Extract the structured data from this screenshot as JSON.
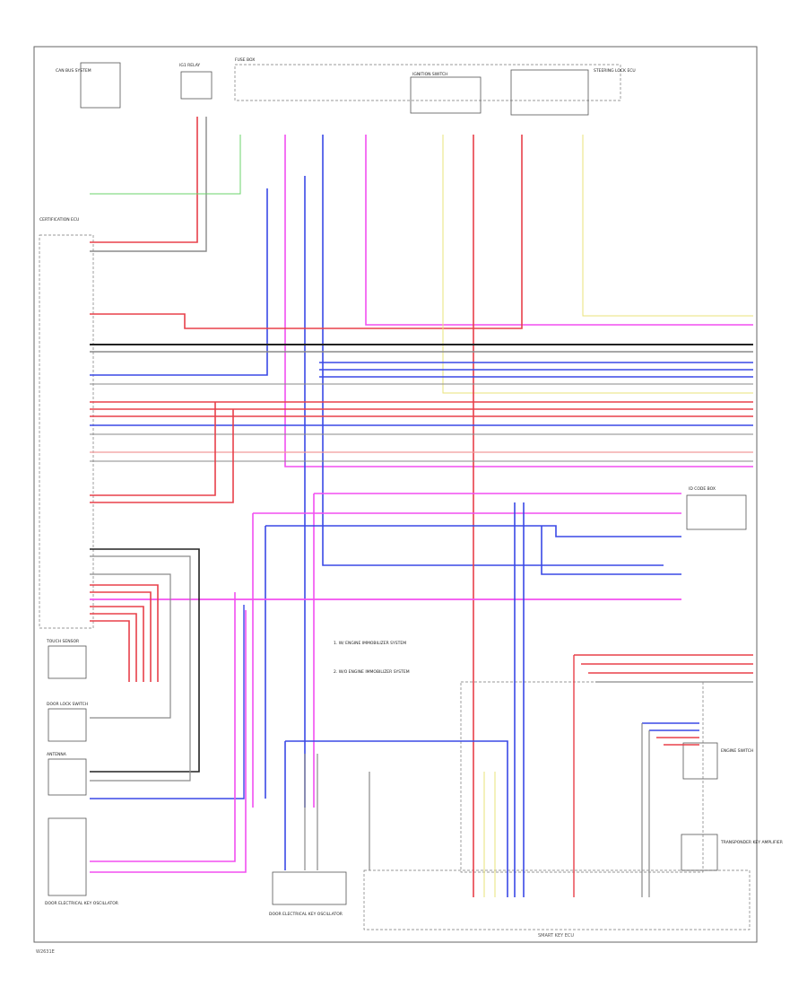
{
  "footer": {
    "code": "W2631E",
    "module_label": "SMART KEY ECU"
  },
  "notes": [
    "1. W/ ENGINE IMMOBILIZER SYSTEM",
    "2. W/O ENGINE IMMOBILIZER SYSTEM"
  ],
  "components": {
    "top_left": "CAN BUS SYSTEM",
    "top_relay": "IG1 RELAY",
    "top_fuse_box": "FUSE BOX",
    "top_switch": "IGNITION SWITCH",
    "top_right_module": "STEERING LOCK ECU",
    "left_module": "CERTIFICATION ECU",
    "left_sensor_1": "TOUCH SENSOR",
    "left_sensor_2": "DOOR LOCK SWITCH",
    "left_sensor_3": "ANTENNA",
    "left_bottom": "DOOR ELECTRICAL KEY OSCILLATOR",
    "bottom_center": "DOOR ELECTRICAL KEY OSCILLATOR",
    "right_unit_1": "ID CODE BOX",
    "right_unit_2": "ENGINE SWITCH",
    "right_unit_3": "TRANSPONDER KEY AMPLIFIER"
  },
  "colors": {
    "red": "#e8404a",
    "pink": "#f24ff0",
    "blue": "#3a49e6",
    "gray": "#8a8a8a",
    "black": "#222222",
    "yellow": "#e9e37a",
    "green": "#6bd36b",
    "light_red": "#f29a9a"
  }
}
